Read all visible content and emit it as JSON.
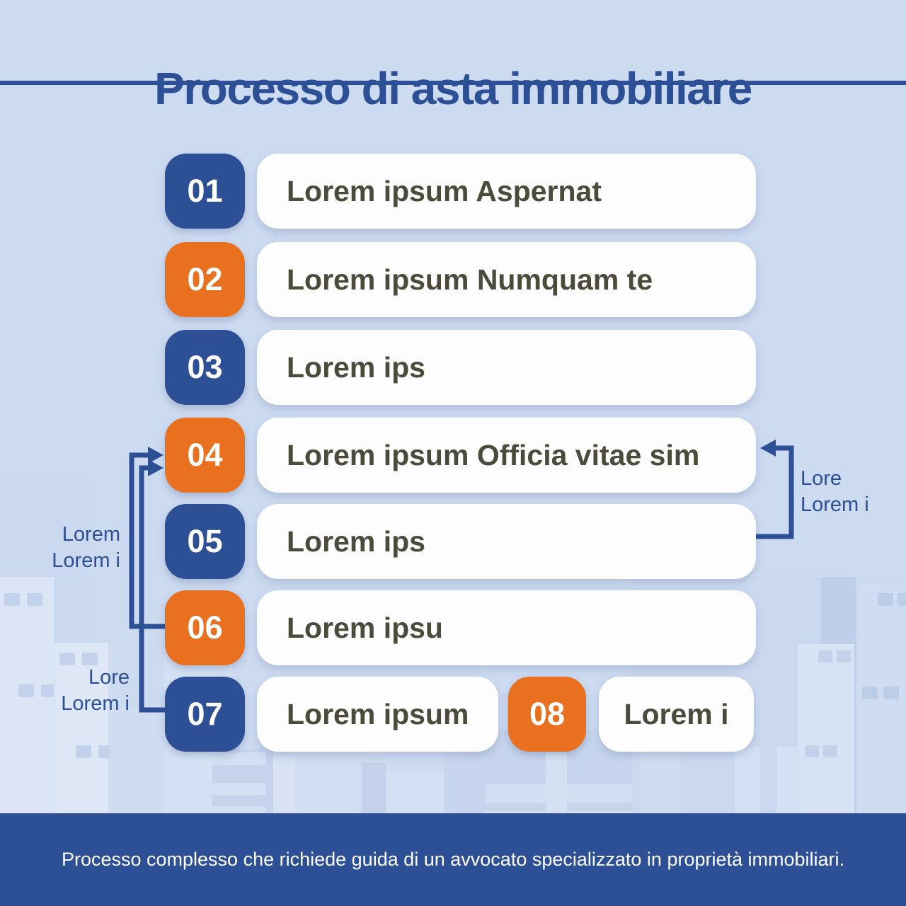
{
  "title": "Processo di asta immobiliare",
  "steps": [
    {
      "number": "01",
      "label": "Lorem ipsum Aspernat",
      "color": "blue"
    },
    {
      "number": "02",
      "label": "Lorem ipsum Numquam te",
      "color": "orange"
    },
    {
      "number": "03",
      "label": "Lorem ips",
      "color": "blue"
    },
    {
      "number": "04",
      "label": "Lorem ipsum Officia vitae sim",
      "color": "orange"
    },
    {
      "number": "05",
      "label": "Lorem ips",
      "color": "blue"
    },
    {
      "number": "06",
      "label": "Lorem ipsu",
      "color": "orange"
    },
    {
      "number": "07",
      "label": "Lorem ipsum",
      "color": "blue"
    },
    {
      "number": "08",
      "label": "Lorem i",
      "color": "orange"
    }
  ],
  "annotations": {
    "left_upper": {
      "line1": "Lorem",
      "line2": "Lorem i"
    },
    "left_lower": {
      "line1": "Lore",
      "line2": "Lorem i"
    },
    "right": {
      "line1": "Lore",
      "line2": "Lorem i"
    }
  },
  "footer": {
    "text": "Processo complesso che richiede guida di un avvocato specializzato in proprietà immobiliari."
  },
  "colors": {
    "primary_blue": "#2d4f96",
    "accent_orange": "#e8701f",
    "background": "#cddbf1",
    "pill_background": "#fdfdfd",
    "step_text": "#4a4b3a",
    "annotation_text": "#2d4f96",
    "footer_text": "#ffffff"
  }
}
